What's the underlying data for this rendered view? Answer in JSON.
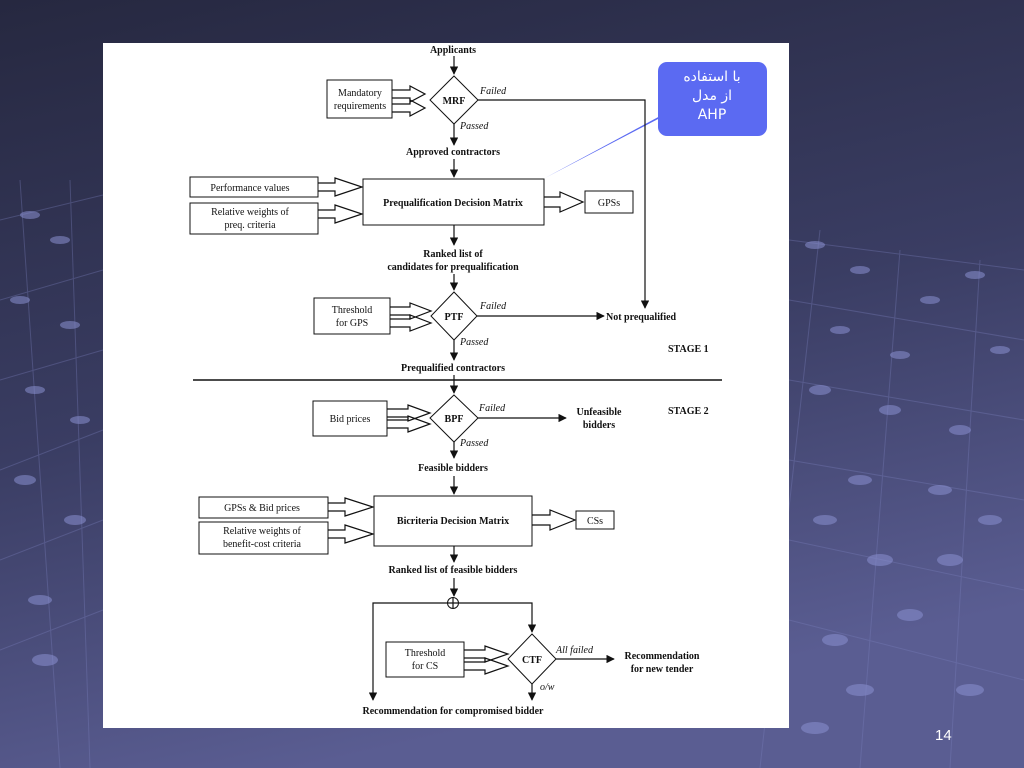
{
  "slide": {
    "page_number": "14"
  },
  "callout": {
    "lines": [
      "با استفاده",
      "از مدل",
      "AHP"
    ],
    "color": "#5b6af2"
  },
  "diagram": {
    "applicants": "Applicants",
    "mandatory": [
      "Mandatory",
      "requirements"
    ],
    "mrf": "MRF",
    "mrf_failed": "Failed",
    "mrf_passed": "Passed",
    "approved": "Approved contractors",
    "perf_values": "Performance values",
    "rel_weights_preq": [
      "Relative weights of",
      "preq. criteria"
    ],
    "pdm": "Prequalification Decision Matrix",
    "gps_out": "GPSs",
    "ranked_preq": [
      "Ranked list of",
      "candidates for prequalification"
    ],
    "threshold_gps": [
      "Threshold",
      "for GPS"
    ],
    "ptf": "PTF",
    "ptf_failed": "Failed",
    "ptf_passed": "Passed",
    "not_prequalified": "Not prequalified",
    "stage1": "STAGE 1",
    "prequalified": "Prequalified contractors",
    "bid_prices": "Bid prices",
    "bpf": "BPF",
    "bpf_failed": "Failed",
    "bpf_passed": "Passed",
    "unfeasible": [
      "Unfeasible",
      "bidders"
    ],
    "stage2": "STAGE 2",
    "feasible": "Feasible bidders",
    "gps_bid": "GPSs & Bid prices",
    "rel_weights_bc": [
      "Relative weights of",
      "benefit-cost criteria"
    ],
    "bdm": "Bicriteria Decision Matrix",
    "css_out": "CSs",
    "ranked_feasible": "Ranked list of feasible bidders",
    "threshold_cs": [
      "Threshold",
      "for CS"
    ],
    "ctf": "CTF",
    "all_failed": "All failed",
    "ow": "o/w",
    "new_tender": [
      "Recommendation",
      "for new tender"
    ],
    "compromised": "Recommendation for compromised bidder"
  }
}
